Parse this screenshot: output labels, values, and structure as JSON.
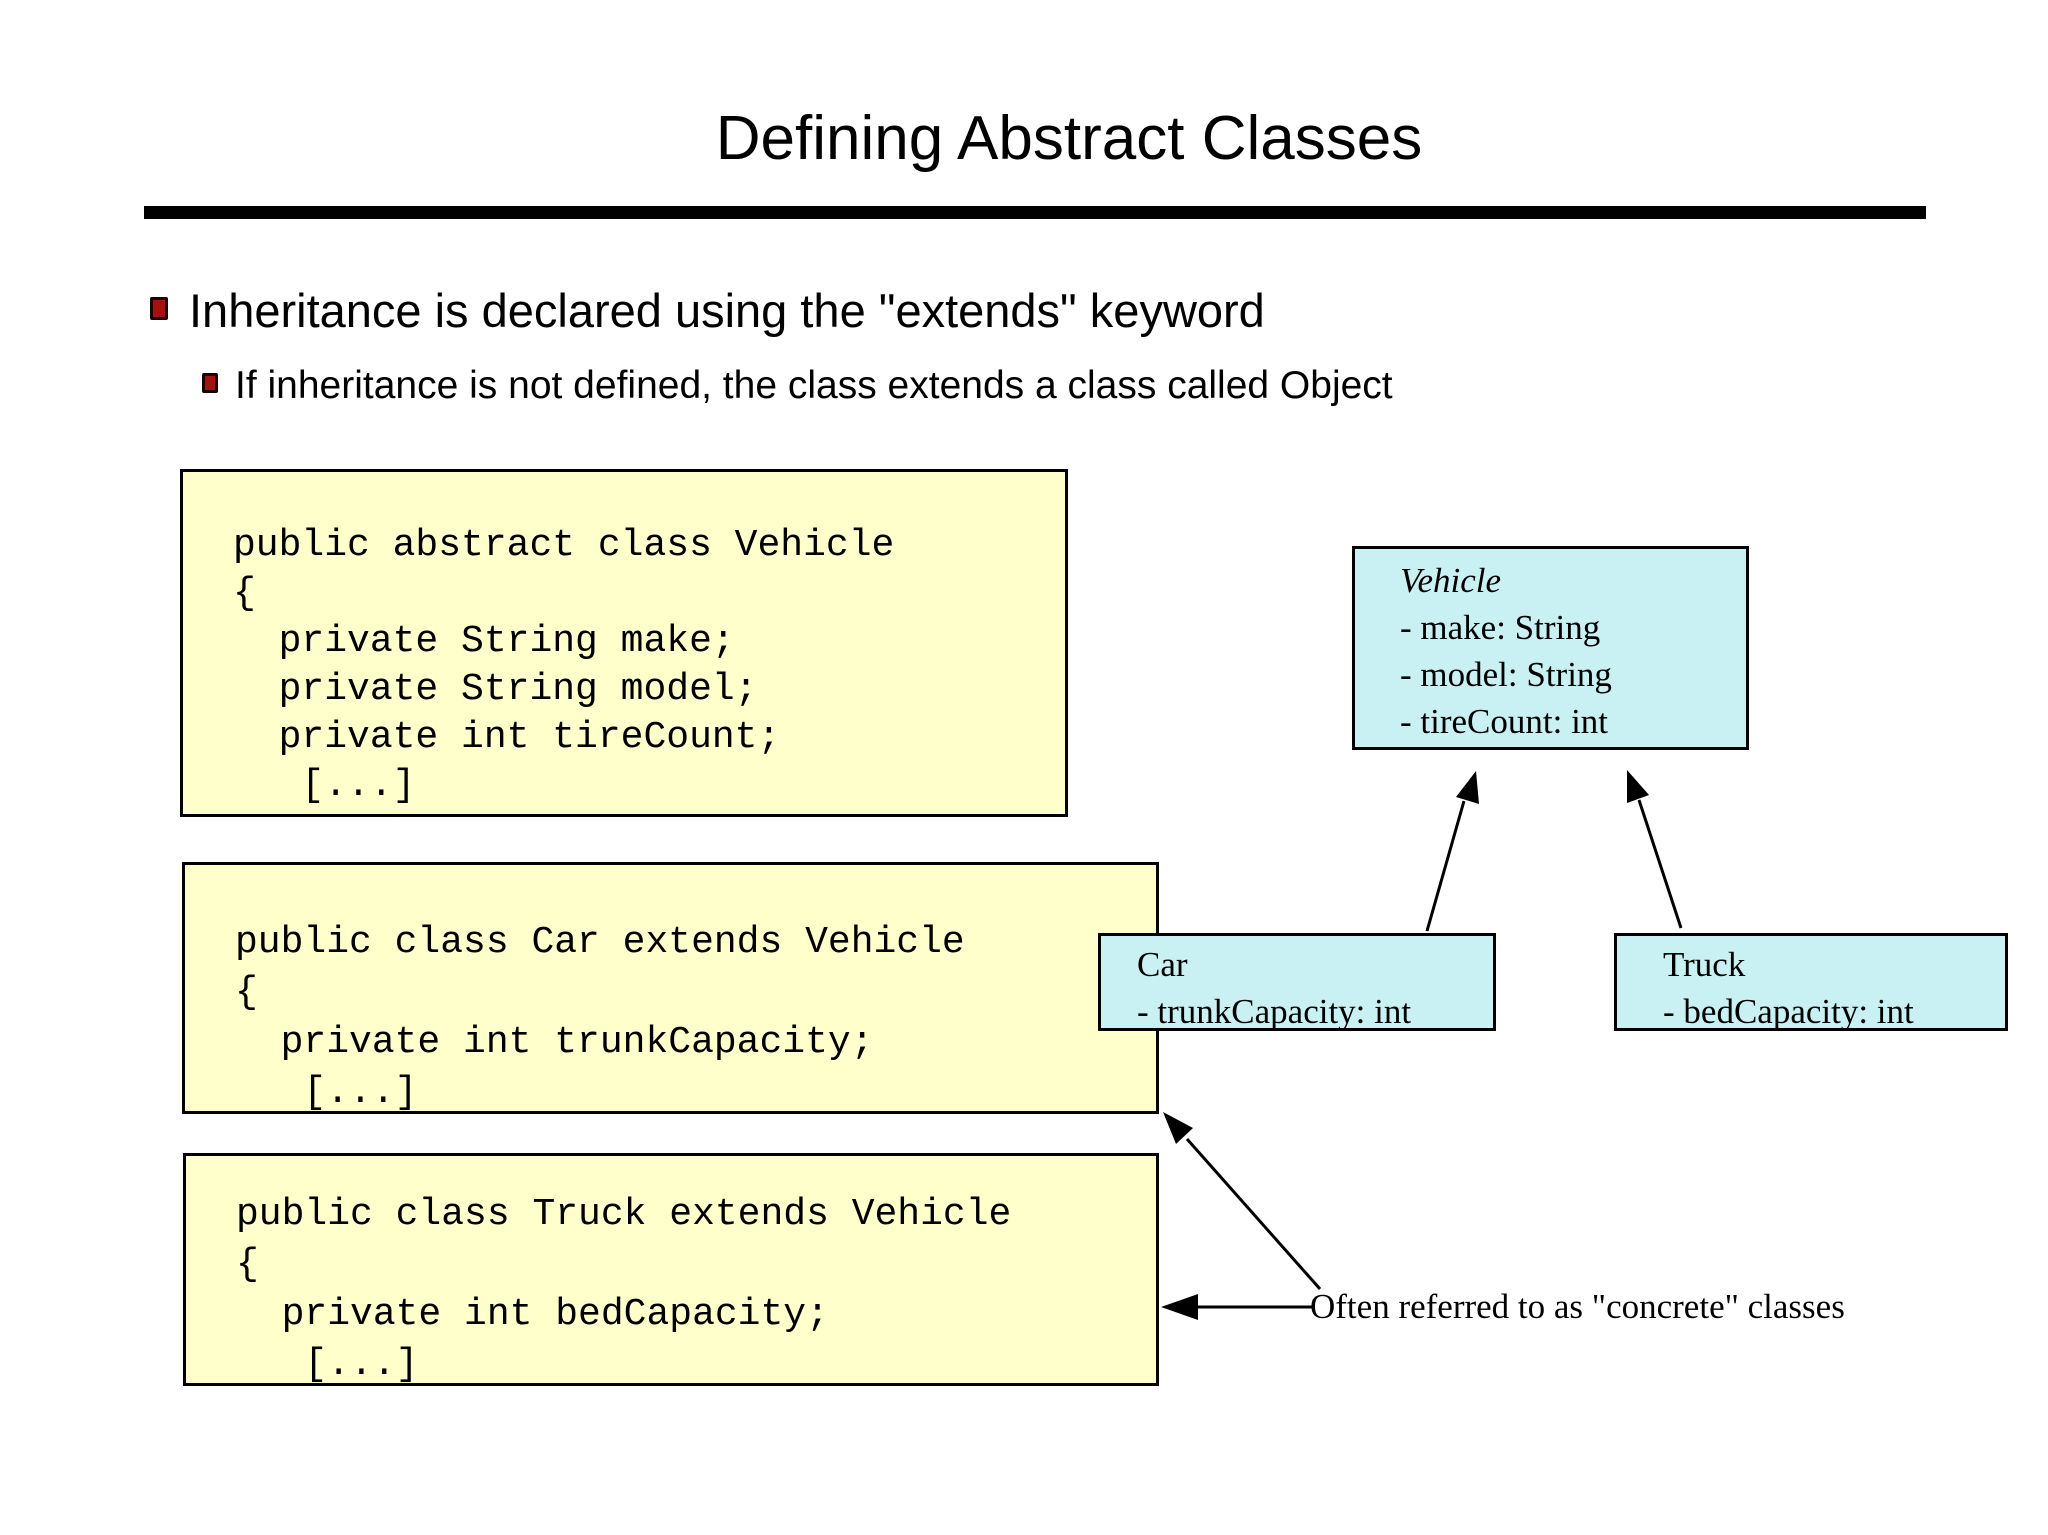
{
  "slide": {
    "title": "Defining Abstract Classes",
    "bullets": [
      {
        "level": 1,
        "text": "Inheritance is declared using the \"extends\" keyword"
      },
      {
        "level": 2,
        "text": "If inheritance is not defined, the class extends a class called Object"
      }
    ],
    "code_boxes": [
      {
        "name": "vehicle-abstract-class-code",
        "lines": [
          "public abstract class Vehicle",
          "{",
          "  private String make;",
          "  private String model;",
          "  private int tireCount;",
          "   [...]"
        ]
      },
      {
        "name": "car-class-code",
        "lines": [
          "public class Car extends Vehicle",
          "{",
          "  private int trunkCapacity;",
          "   [...]"
        ]
      },
      {
        "name": "truck-class-code",
        "lines": [
          "public class Truck extends Vehicle",
          "{",
          "  private int bedCapacity;",
          "   [...]"
        ]
      }
    ],
    "uml": {
      "vehicle": {
        "title": "Vehicle",
        "attributes": [
          "- make: String",
          "- model: String",
          "- tireCount: int"
        ]
      },
      "car": {
        "title": "Car",
        "attributes": [
          "- trunkCapacity: int"
        ]
      },
      "truck": {
        "title": "Truck",
        "attributes": [
          "- bedCapacity: int"
        ]
      }
    },
    "annotation": "Often referred to as \"concrete\" classes",
    "colors": {
      "code_box_bg": "#FFFFCC",
      "uml_box_bg": "#C9F0F2",
      "bullet_red": "#A31111",
      "line_color": "#000000"
    }
  }
}
